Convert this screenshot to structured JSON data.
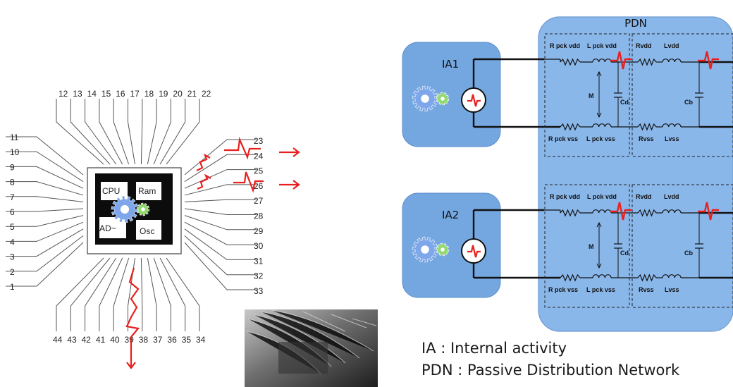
{
  "chip": {
    "pins_top": [
      "12",
      "13",
      "14",
      "15",
      "16",
      "17",
      "18",
      "19",
      "20",
      "21",
      "22"
    ],
    "pins_right": [
      "23",
      "24",
      "25",
      "26",
      "27",
      "28",
      "29",
      "30",
      "31",
      "32",
      "33"
    ],
    "pins_bottom": [
      "44",
      "43",
      "42",
      "41",
      "40",
      "39",
      "38",
      "37",
      "36",
      "35",
      "34"
    ],
    "pins_left": [
      "11",
      "10",
      "9",
      "8",
      "7",
      "6",
      "5",
      "4",
      "3",
      "2",
      "1"
    ],
    "blocks": {
      "cpu": "CPU",
      "ram": "Ram",
      "adc": "AD~",
      "osc": "Osc"
    }
  },
  "pdn": {
    "title": "PDN",
    "blocks": [
      {
        "ia_label": "IA1",
        "r_pck_vdd": "R pck vdd",
        "l_pck_vdd": "L pck vdd",
        "rvdd": "Rvdd",
        "lvdd": "Lvdd",
        "m": "M",
        "cd": "Cd",
        "cb": "Cb",
        "r_pck_vss": "R pck vss",
        "l_pck_vss": "L pck vss",
        "rvss": "Rvss",
        "lvss": "Lvss"
      },
      {
        "ia_label": "IA2",
        "r_pck_vdd": "R pck vdd",
        "l_pck_vdd": "L pck vdd",
        "rvdd": "Rvdd",
        "lvdd": "Lvdd",
        "m": "M",
        "cd": "Cd",
        "cb": "Cb",
        "r_pck_vss": "R pck vss",
        "l_pck_vss": "L pck vss",
        "rvss": "Rvss",
        "lvss": "Lvss"
      }
    ]
  },
  "legend": {
    "ia": "IA : Internal activity",
    "pdn": "PDN : Passive Distribution Network"
  },
  "colors": {
    "pdn_fill": "#8ab7ea",
    "ia_fill": "#74a7e0",
    "accent_red": "#e8201e",
    "gear_blue": "#7ea6ea",
    "gear_green": "#8fd86a"
  }
}
